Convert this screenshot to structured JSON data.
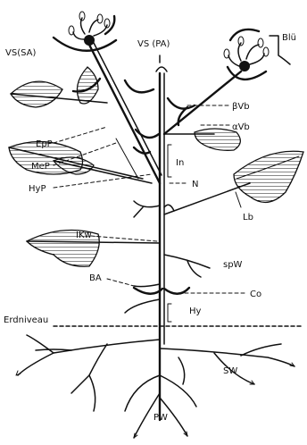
{
  "labels": {
    "vs_sa": "VS(SA)",
    "vs_pa": "VS (PA)",
    "blu": "Blü",
    "beta_vb": "βVb",
    "alpha_vb": "αVb",
    "epp": "EpP",
    "mep": "MeP",
    "hyp": "HyP",
    "in": "In",
    "n": "N",
    "lb": "Lb",
    "ikw": "IKw",
    "spw": "spW",
    "ba": "BA",
    "co": "Co",
    "hy": "Hy",
    "erdniveau": "Erdniveau",
    "sw": "SW",
    "pw": "PW"
  }
}
